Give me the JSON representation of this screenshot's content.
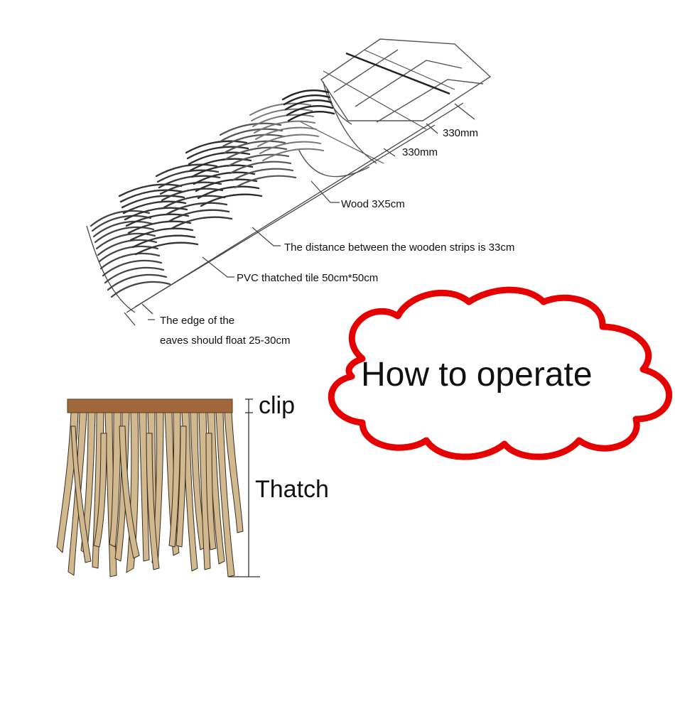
{
  "roof_diagram": {
    "dimension_label_1": "330mm",
    "dimension_label_2": "330mm",
    "wood_label": "Wood 3X5cm",
    "strip_distance_label": "The distance between the wooden strips is 33cm",
    "tile_label": "PVC thatched tile 50cm*50cm",
    "eaves_label_line1": "The edge of the",
    "eaves_label_line2": "eaves should float 25-30cm"
  },
  "callout": {
    "text": "How to operate",
    "border_color": "#e60000"
  },
  "thatch_diagram": {
    "clip_label": "clip",
    "thatch_label": "Thatch",
    "clip_color": "#a0673a",
    "thatch_color": "#d2b88e",
    "thatch_outline_color": "#3a2e20"
  }
}
